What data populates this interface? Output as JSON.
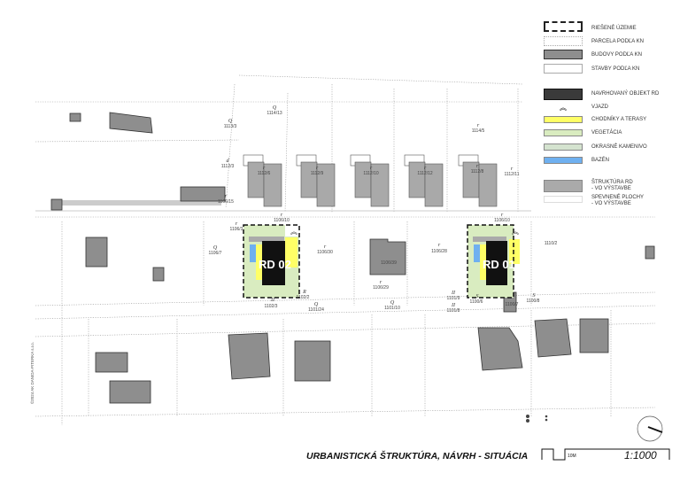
{
  "legend": {
    "items": [
      {
        "label": "RIEŠENÉ ÚZEMIE",
        "icon": "dashed-boundary-icon"
      },
      {
        "label": "PARCELA PODĽA KN",
        "icon": "dotted-parcel-icon"
      },
      {
        "label": "BUDOVY PODĽA KN",
        "color": "#8e8e8e"
      },
      {
        "label": "STAVBY PODĽA KN",
        "color": "#ffffff"
      },
      {
        "label": "NAVRHOVANÝ OBJEKT RD",
        "color": "#3a3a3a"
      },
      {
        "label": "VJAZD",
        "icon": "entrance-chevron-icon"
      },
      {
        "label": "CHODNÍKY A TERASY",
        "color": "#ffff66"
      },
      {
        "label": "VEGETÁCIA",
        "color": "#d9ecc0"
      },
      {
        "label": "OKRASNÉ KAMENIVO",
        "color": "#d4e3cf"
      },
      {
        "label": "BAZÉN",
        "color": "#6fb0f0"
      },
      {
        "label": "ŠTRUKTÚRA RD\n- VO VÝSTAVBE",
        "color": "#aaaaaa"
      },
      {
        "label": "SPEVNENÉ PLOCHY\n- VO VÝSTAVBE",
        "color": "#ffffff"
      }
    ]
  },
  "houses": {
    "rd01": "RD 01",
    "rd02": "RD 02"
  },
  "parcels": {
    "p1": {
      "t": "Q",
      "n": "1114/13"
    },
    "p2": {
      "t": "Q",
      "n": "1113/3"
    },
    "p3": {
      "t": "d",
      "n": "1112/3"
    },
    "p4": {
      "t": "r",
      "n": "1106/15"
    },
    "p5": {
      "t": "r",
      "n": "1112/6"
    },
    "p6": {
      "t": "r",
      "n": "1112/9"
    },
    "p7": {
      "t": "r",
      "n": "1112/10"
    },
    "p8": {
      "t": "r",
      "n": "1112/12"
    },
    "p9": {
      "t": "r",
      "n": "1112/8"
    },
    "p10": {
      "t": "r",
      "n": "1114/5"
    },
    "p11": {
      "t": "r",
      "n": "1112/11"
    },
    "p12": {
      "t": "r",
      "n": "1106/10"
    },
    "p13": {
      "t": "r",
      "n": "1106/10"
    },
    "p14": {
      "t": "r",
      "n": "1106/3"
    },
    "p15": {
      "t": "Q",
      "n": "1106/7"
    },
    "p16": {
      "t": "r",
      "n": "1106/30"
    },
    "p17": {
      "t": "",
      "n": "1106/39"
    },
    "p18": {
      "t": "r",
      "n": "1106/29"
    },
    "p19": {
      "t": "r",
      "n": "1106/28"
    },
    "p20": {
      "t": "",
      "n": "1110/2"
    },
    "p21": {
      "t": "R",
      "n": "1102/2"
    },
    "p22": {
      "t": "II",
      "n": "1102/3"
    },
    "p23": {
      "t": "Q",
      "n": "1101/24"
    },
    "p24": {
      "t": "Q",
      "n": "1101/10"
    },
    "p25": {
      "t": "II",
      "n": "1101/9"
    },
    "p26": {
      "t": "II",
      "n": "1101/8"
    },
    "p27": {
      "t": "S",
      "n": "1100/6"
    },
    "p28": {
      "t": "",
      "n": "1100/7"
    },
    "p29": {
      "t": "S",
      "n": "1100/8"
    }
  },
  "title": "URBANISTICKÁ ŠTRUKTÚRA, NÁVRH - SITUÁCIA",
  "scale_bar_label": "10M",
  "scale": "1:1000",
  "copyright": "©2024 AK DANIDA-PITERKA s.r.o."
}
